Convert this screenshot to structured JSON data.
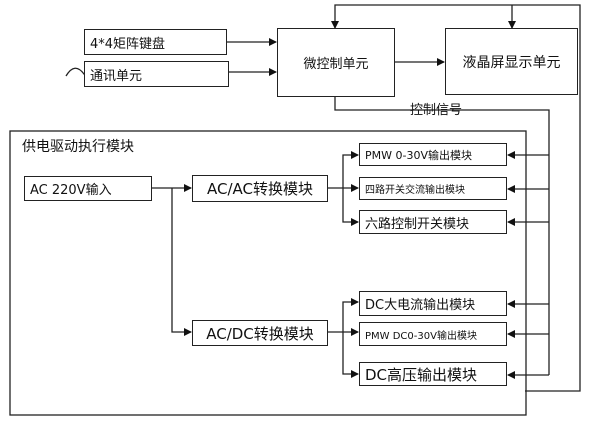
{
  "diagram": {
    "keypad": "4*4矩阵键盘",
    "comm_unit": "通讯单元",
    "mcu": "微控制单元",
    "lcd": "液晶屏显示单元",
    "control_signal": "控制信号",
    "module_title": "供电驱动执行模块",
    "ac_input": "AC 220V输入",
    "acac": "AC/AC转换模块",
    "acdc": "AC/DC转换模块",
    "pmw_030": "PMW 0-30V输出模块",
    "four_way_ac": "四路开关交流输出模块",
    "six_way_switch": "六路控制开关模块",
    "dc_high_current": "DC大电流输出模块",
    "pmw_dc030": "PMW DC0-30V输出模块",
    "dc_high_voltage": "DC高压输出模块"
  }
}
